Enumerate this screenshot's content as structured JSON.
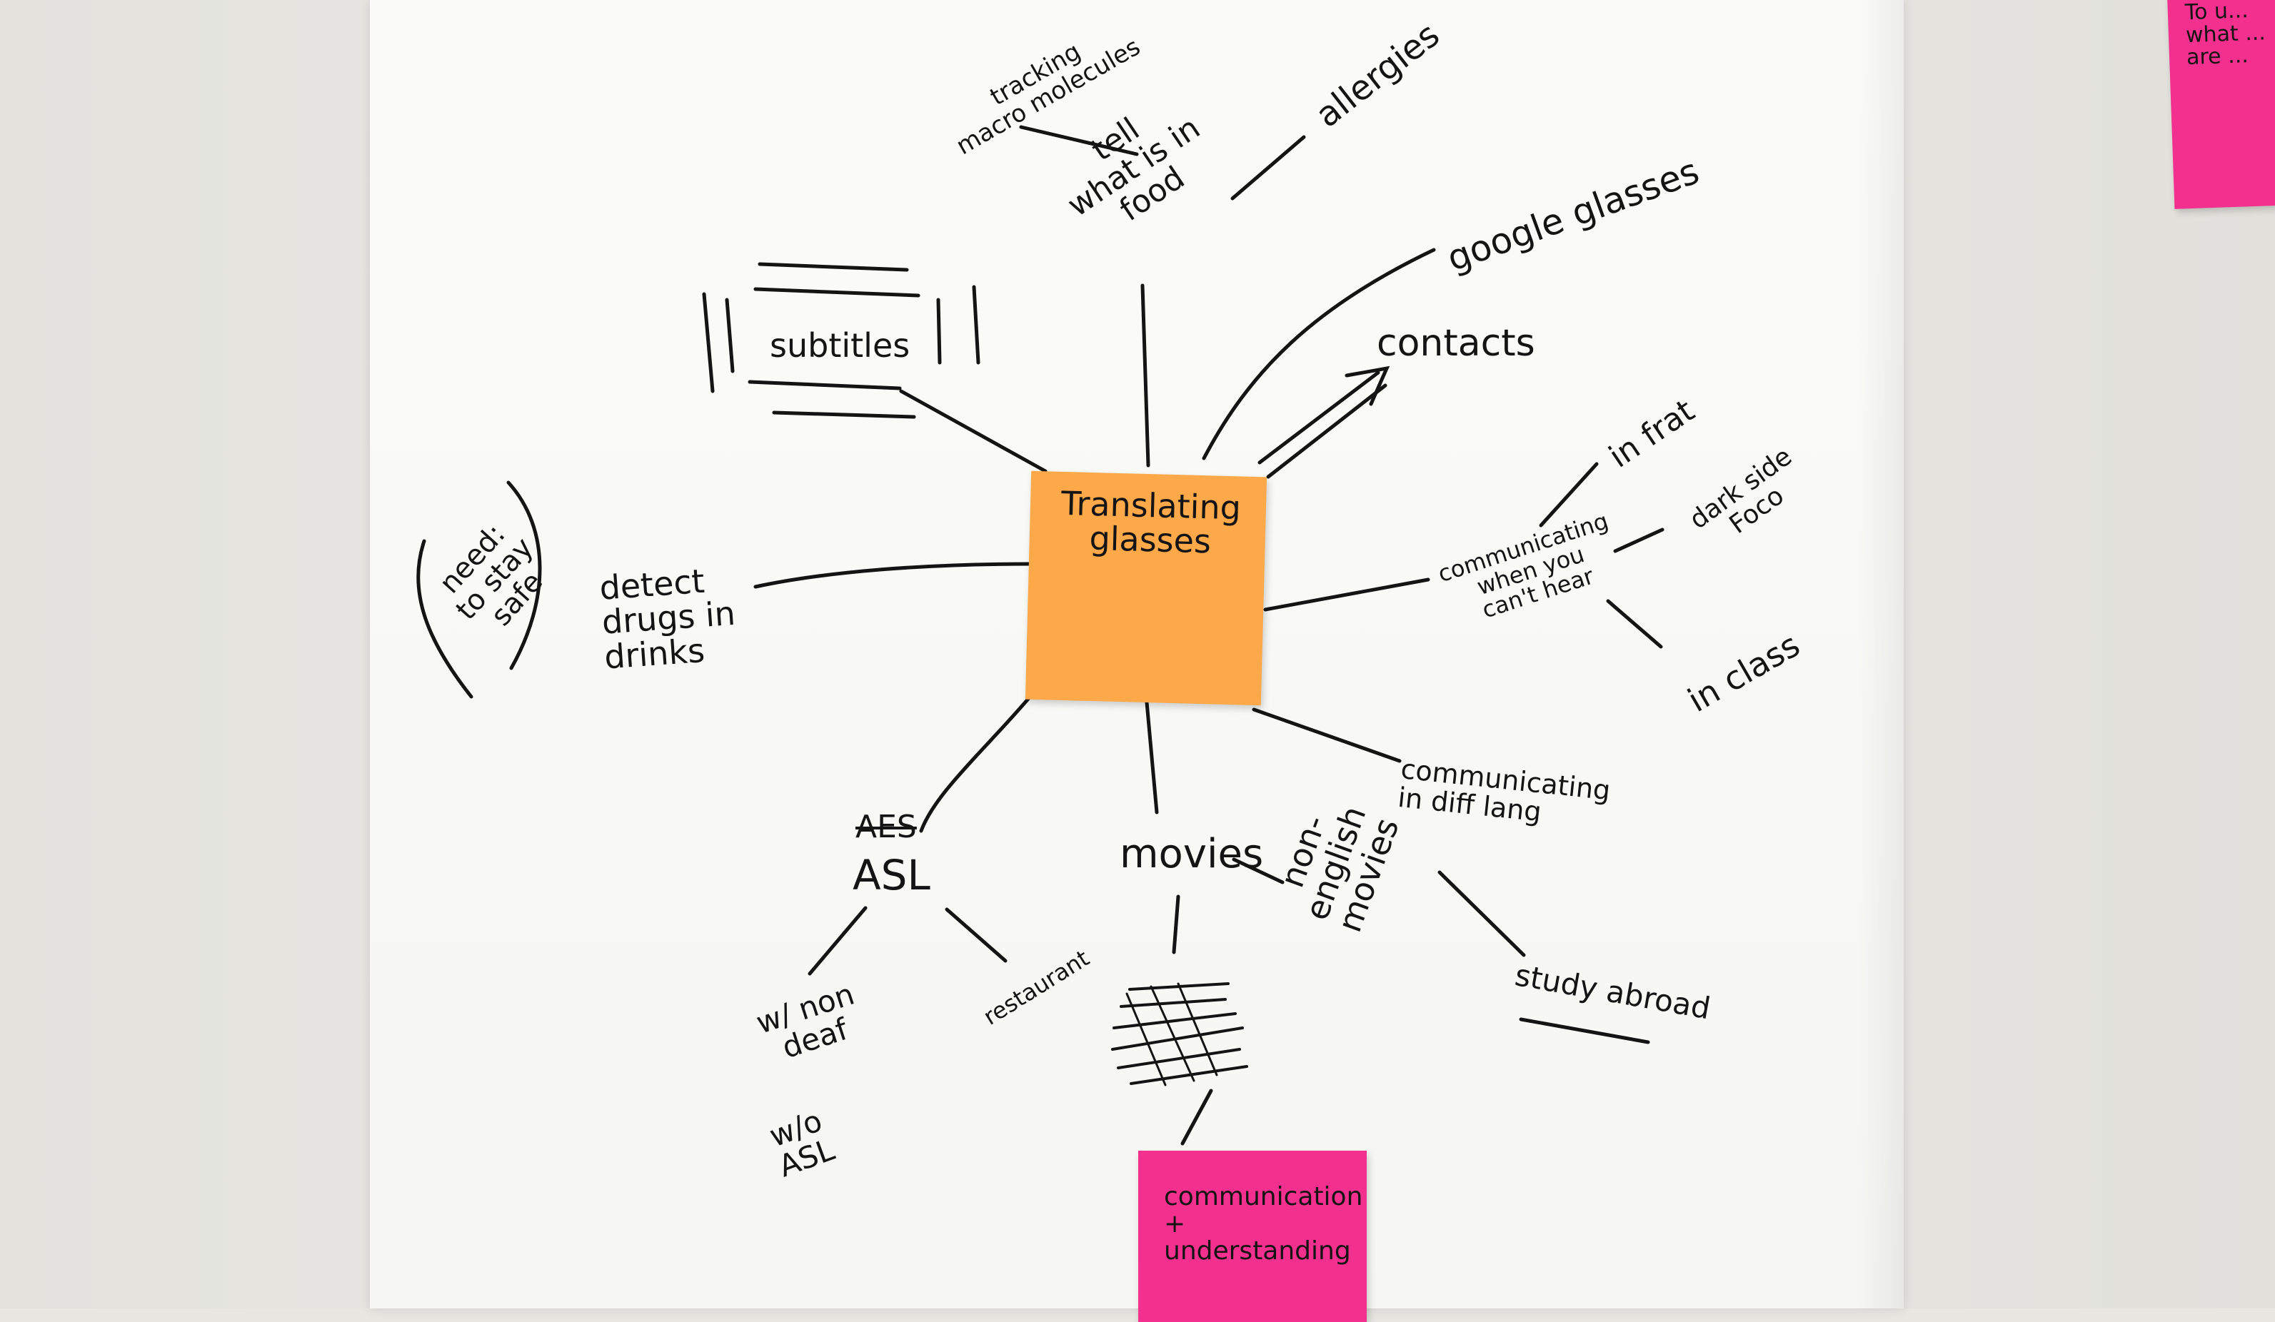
{
  "mind_map": {
    "center_note": "Translating\nglasses",
    "branches": {
      "subtitles": "subtitles",
      "tell_food": "tell\nwhat is in\nfood",
      "allergies": "allergies",
      "tracking": "tracking\nmacro molecules",
      "google_glasses": "google glasses",
      "contacts": "contacts",
      "communicating_cant_hear": "communicating\nwhen you\ncan't hear",
      "in_frat": "in frat",
      "dark_side": "dark side\nFoco",
      "in_class": "in class",
      "communicating_diff_lang": "communicating\nin diff lang",
      "study_abroad": "study abroad",
      "movies": "movies",
      "non_english_movies": "non-\nenglish\nmovies",
      "asl_crossed": "AES",
      "asl": "ASL",
      "wl_non_deaf": "w/ non\ndeaf",
      "wo_asl": "w/o\nASL",
      "restaurant": "restaurant",
      "detect_drugs": "detect\ndrugs in\ndrinks",
      "need_to_stay_safe": "need:\nto stay\nsafe"
    },
    "bottom_note": "communication\n+\nunderstanding",
    "corner_note": "To u...\nwhat ...\nare ..."
  },
  "colors": {
    "orange_note": "#fda94a",
    "pink_note": "#f4308e",
    "marker": "#141414",
    "paper": "#f8f8f6"
  }
}
